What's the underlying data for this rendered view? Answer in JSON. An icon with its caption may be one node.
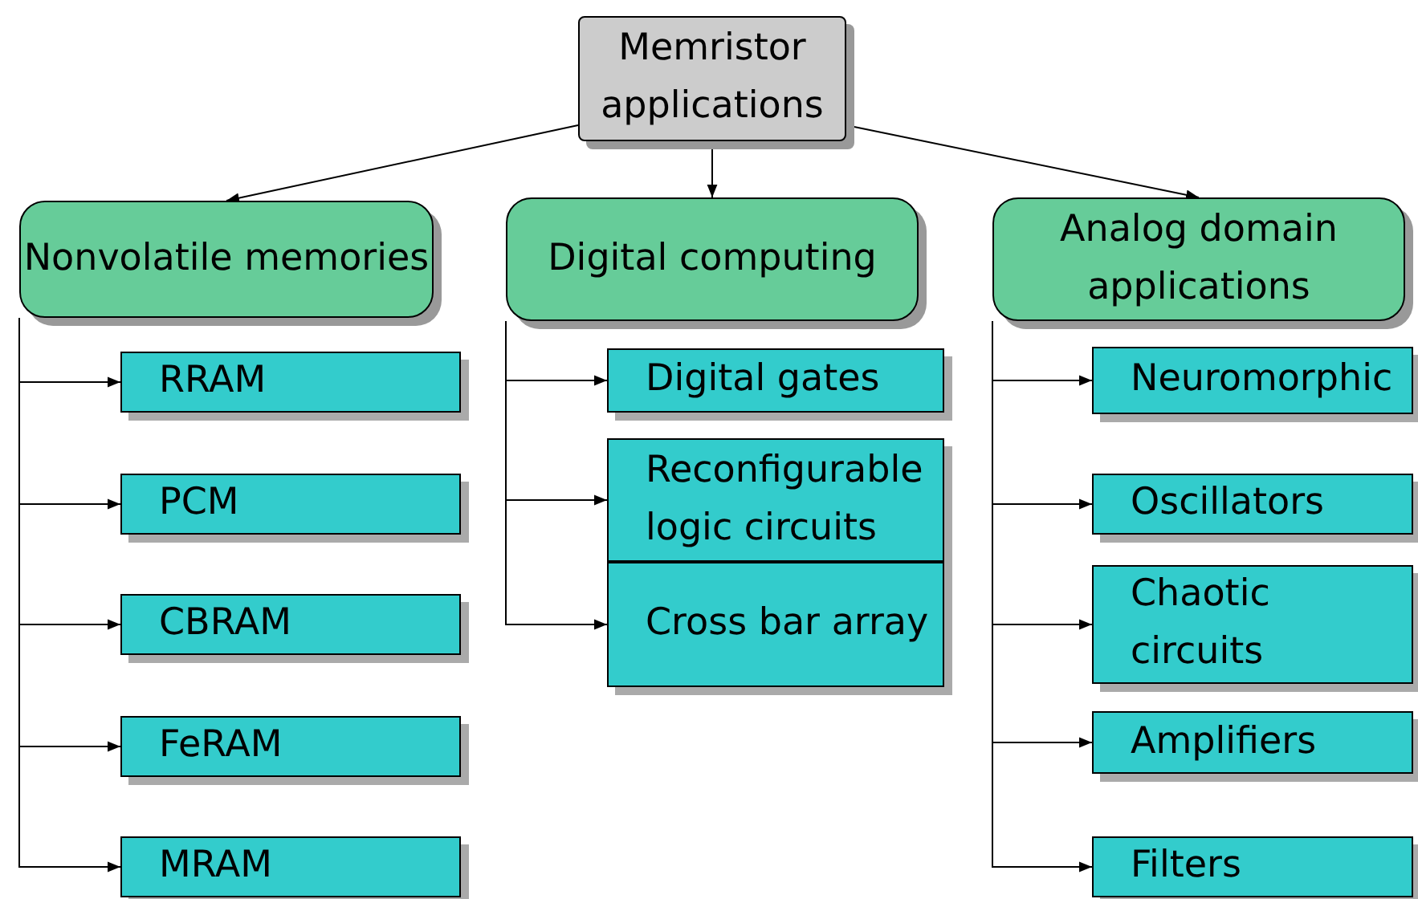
{
  "diagram": {
    "nodes": [
      {
        "text": [
          "Memristor applications"
        ]
      },
      {
        "text": [
          "Nonvolatile memories"
        ]
      },
      {
        "text": [
          "Digital computing"
        ]
      },
      {
        "text": [
          "Analog domain applications"
        ]
      },
      {
        "text": [
          "RRAM"
        ]
      },
      {
        "text": [
          "PCM"
        ]
      },
      {
        "text": [
          "CBRAM"
        ]
      },
      {
        "text": [
          "FeRAM"
        ]
      },
      {
        "text": [
          "MRAM"
        ]
      },
      {
        "text": [
          "Digital gates"
        ]
      },
      {
        "text": [
          "Reconfigurable logic circuits"
        ]
      },
      {
        "text": [
          "Cross bar array"
        ]
      },
      {
        "text": [
          "Neuromorphic"
        ]
      },
      {
        "text": [
          "Oscillators"
        ]
      },
      {
        "text": [
          "Chaotic circuits"
        ]
      },
      {
        "text": [
          "Amplifiers"
        ]
      },
      {
        "text": [
          "Filters"
        ]
      }
    ],
    "edges": [
      {
        "from": 0,
        "to": 1,
        "arrow": "to"
      },
      {
        "from": 0,
        "to": 2,
        "arrow": "to"
      },
      {
        "from": 0,
        "to": 3,
        "arrow": "to"
      },
      {
        "from": 1,
        "to": 4,
        "arrow": "to"
      },
      {
        "from": 1,
        "to": 5,
        "arrow": "to"
      },
      {
        "from": 1,
        "to": 6,
        "arrow": "to"
      },
      {
        "from": 1,
        "to": 7,
        "arrow": "to"
      },
      {
        "from": 1,
        "to": 8,
        "arrow": "to"
      },
      {
        "from": 2,
        "to": 9,
        "arrow": "to"
      },
      {
        "from": 2,
        "to": 10,
        "arrow": "to"
      },
      {
        "from": 2,
        "to": 11,
        "arrow": "to"
      },
      {
        "from": 3,
        "to": 12,
        "arrow": "to"
      },
      {
        "from": 3,
        "to": 13,
        "arrow": "to"
      },
      {
        "from": 3,
        "to": 14,
        "arrow": "to"
      },
      {
        "from": 3,
        "to": 15,
        "arrow": "to"
      },
      {
        "from": 3,
        "to": 16,
        "arrow": "to"
      }
    ]
  }
}
